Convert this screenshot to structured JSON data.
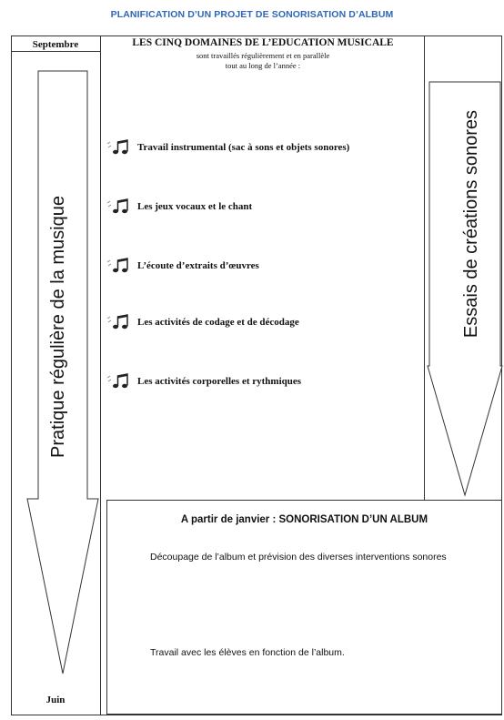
{
  "title": "PLANIFICATION D’UN PROJET DE SONORISATION D’ALBUM",
  "months": {
    "start": "Septembre",
    "end": "Juin"
  },
  "left_arrow_text": "Pratique régulière de la musique",
  "right_arrow_text": "Essais de créations sonores",
  "domains": {
    "title": "LES CINQ DOMAINES DE L’EDUCATION MUSICALE",
    "subtitle_line1": "sont travaillés régulièrement et en parallèle",
    "subtitle_line2": "tout au long de l’année :",
    "items": [
      {
        "icon": "music-notes-icon",
        "text": "Travail instrumental (sac à sons et objets sonores)"
      },
      {
        "icon": "music-notes-icon",
        "text": "Les jeux vocaux et le chant"
      },
      {
        "icon": "music-notes-icon",
        "text": "L’écoute d’extraits d’œuvres"
      },
      {
        "icon": "music-notes-icon",
        "text": "Les activités de codage et de décodage"
      },
      {
        "icon": "music-notes-icon",
        "text": "Les activités corporelles et rythmiques"
      }
    ]
  },
  "album": {
    "title": "A partir de janvier : SONORISATION D’UN ALBUM",
    "line1": "Découpage de l’album et prévision des diverses interventions sonores",
    "line2": "Travail avec les élèves en fonction de l’album."
  }
}
